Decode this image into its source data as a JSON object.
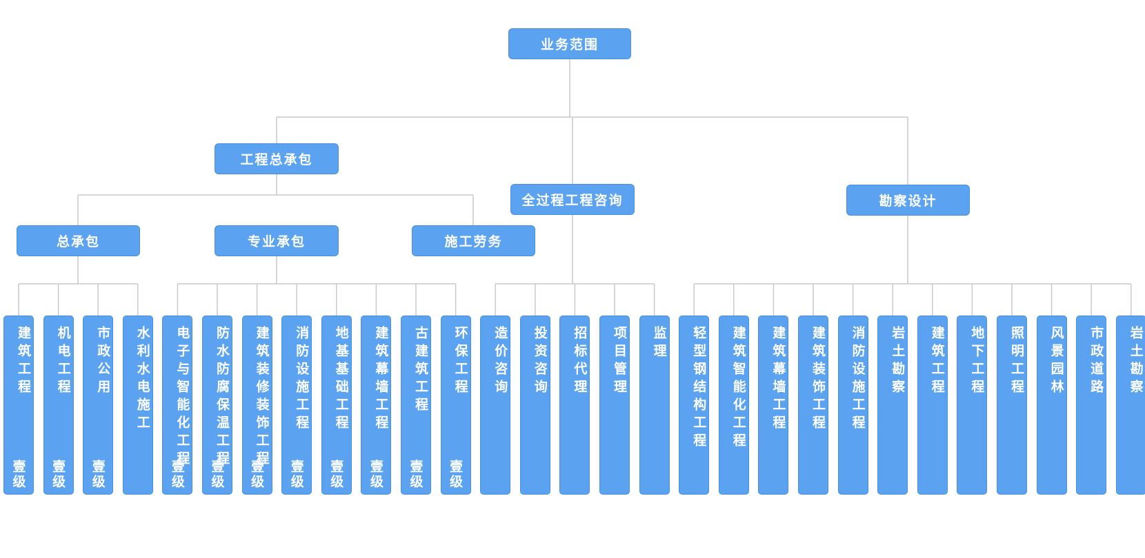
{
  "root": "业务范围",
  "l1": [
    "工程总承包",
    "全过程工程咨询",
    "勘察设计"
  ],
  "l2": [
    "总承包",
    "专业承包",
    "施工劳务"
  ],
  "groups": [
    {
      "parent": "总承包",
      "leaves": [
        {
          "label": "建筑工程",
          "grade": "壹级"
        },
        {
          "label": "机电工程",
          "grade": "壹级"
        },
        {
          "label": "市政公用",
          "grade": "壹级"
        },
        {
          "label": "水利水电施工",
          "grade": ""
        }
      ]
    },
    {
      "parent": "专业承包",
      "leaves": [
        {
          "label": "电子与智能化工程",
          "grade": "壹级"
        },
        {
          "label": "防水防腐保温工程",
          "grade": "壹级"
        },
        {
          "label": "建筑装修装饰工程",
          "grade": "壹级"
        },
        {
          "label": "消防设施工程",
          "grade": "壹级"
        },
        {
          "label": "地基基础工程",
          "grade": "壹级"
        },
        {
          "label": "建筑幕墙工程",
          "grade": "壹级"
        },
        {
          "label": "古建筑工程",
          "grade": "壹级"
        },
        {
          "label": "环保工程",
          "grade": "壹级"
        }
      ]
    },
    {
      "parent": "全过程工程咨询",
      "leaves": [
        {
          "label": "造价咨询",
          "grade": ""
        },
        {
          "label": "投资咨询",
          "grade": ""
        },
        {
          "label": "招标代理",
          "grade": ""
        },
        {
          "label": "项目管理",
          "grade": ""
        },
        {
          "label": "监理",
          "grade": ""
        }
      ]
    },
    {
      "parent": "勘察设计",
      "leaves": [
        {
          "label": "轻型钢结构工程",
          "grade": ""
        },
        {
          "label": "建筑智能化工程",
          "grade": ""
        },
        {
          "label": "建筑幕墙工程",
          "grade": ""
        },
        {
          "label": "建筑装饰工程",
          "grade": ""
        },
        {
          "label": "消防设施工程",
          "grade": ""
        },
        {
          "label": "岩土勘察",
          "grade": ""
        },
        {
          "label": "建筑工程",
          "grade": ""
        },
        {
          "label": "地下工程",
          "grade": ""
        },
        {
          "label": "照明工程",
          "grade": ""
        },
        {
          "label": "风景园林",
          "grade": ""
        },
        {
          "label": "市政道路",
          "grade": ""
        },
        {
          "label": "岩土勘察",
          "grade": ""
        }
      ]
    }
  ],
  "colors": {
    "box": "#5ba3f0",
    "border": "#4a8fdc",
    "line": "#c9c9c9"
  }
}
